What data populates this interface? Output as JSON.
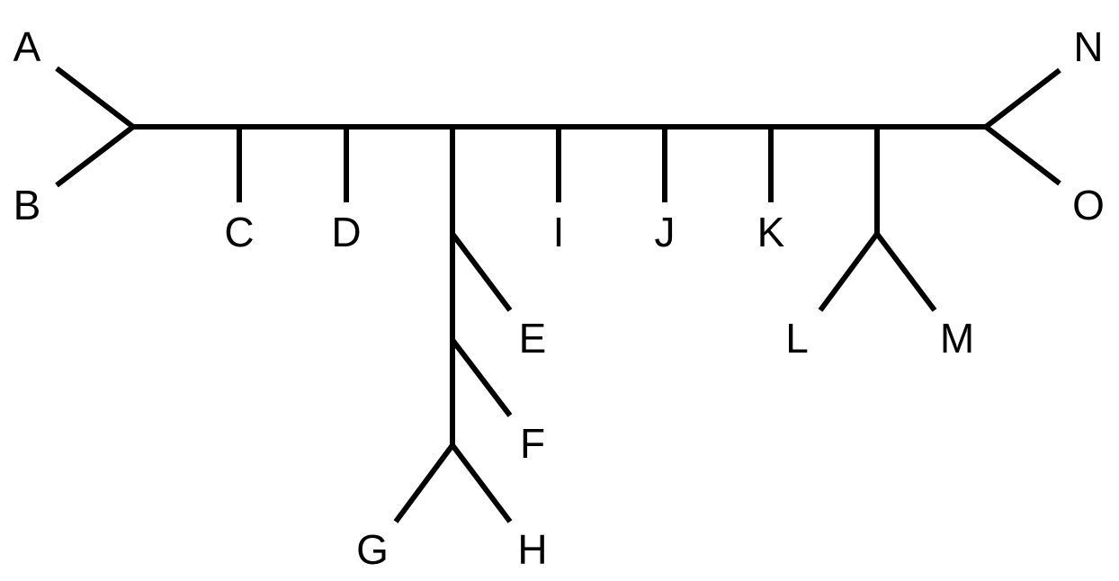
{
  "tree": {
    "labels": {
      "A": "A",
      "B": "B",
      "C": "C",
      "D": "D",
      "E": "E",
      "F": "F",
      "G": "G",
      "H": "H",
      "I": "I",
      "J": "J",
      "K": "K",
      "L": "L",
      "M": "M",
      "N": "N",
      "O": "O"
    },
    "line_color": "#000000",
    "background": "#ffffff"
  }
}
